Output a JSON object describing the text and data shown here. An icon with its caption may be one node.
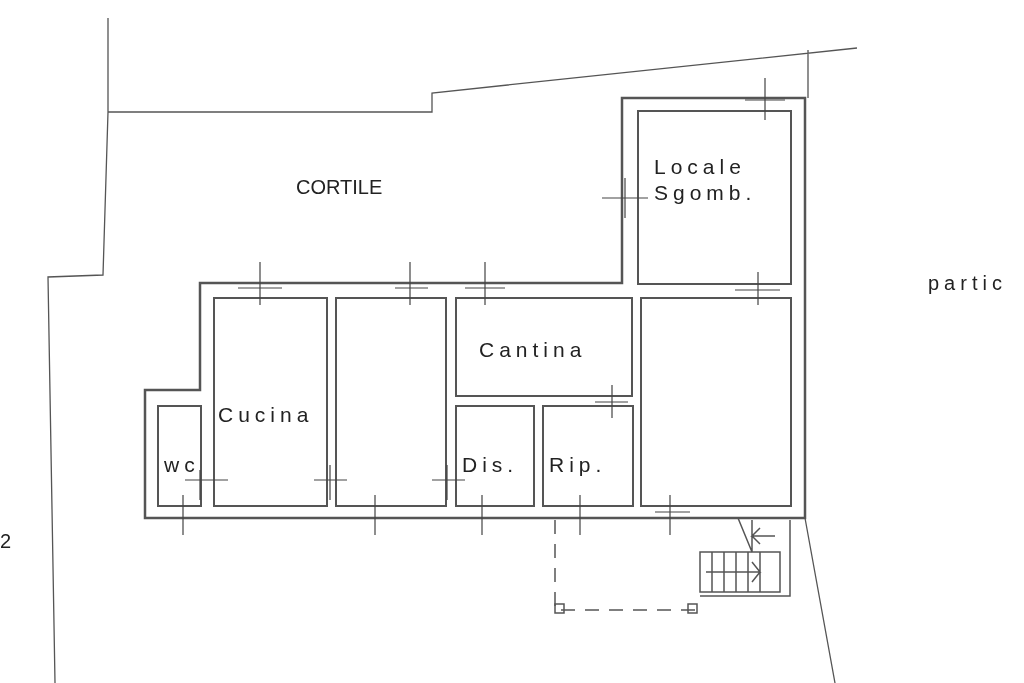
{
  "diagram": {
    "nodes": [
      {
        "text": [
          "Locale Sgomb."
        ]
      },
      {
        "text": [
          "Cantina"
        ]
      },
      {
        "text": [
          "wc"
        ]
      },
      {
        "text": [
          "Cucina"
        ]
      },
      {
        "text": [],
        "shape": "box"
      },
      {
        "text": [
          "Dis."
        ]
      },
      {
        "text": [
          "Rip."
        ]
      },
      {
        "text": [],
        "shape": "box"
      }
    ],
    "edges": [],
    "labels": [
      "CORTILE",
      "partic",
      "2"
    ]
  }
}
